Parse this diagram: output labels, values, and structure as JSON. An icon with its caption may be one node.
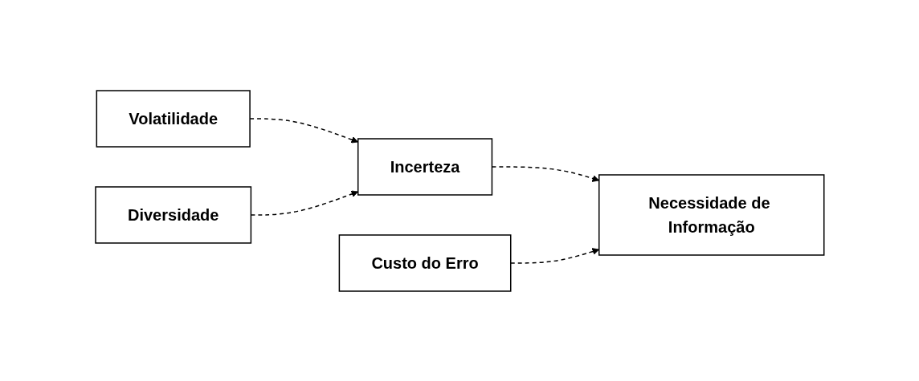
{
  "diagram": {
    "nodes": [
      {
        "text": [
          "Volatilidade"
        ]
      },
      {
        "text": [
          "Diversidade"
        ]
      },
      {
        "text": [
          "Incerteza"
        ]
      },
      {
        "text": [
          "Custo do Erro"
        ]
      },
      {
        "text": [
          "Necessidade de Informação"
        ]
      }
    ],
    "edges": [
      {
        "from": 0,
        "to": 2,
        "arrow": "to",
        "style": "dashed"
      },
      {
        "from": 1,
        "to": 2,
        "arrow": "to",
        "style": "dashed"
      },
      {
        "from": 2,
        "to": 4,
        "arrow": "to",
        "style": "dashed"
      },
      {
        "from": 3,
        "to": 4,
        "arrow": "to",
        "style": "dashed"
      }
    ]
  }
}
